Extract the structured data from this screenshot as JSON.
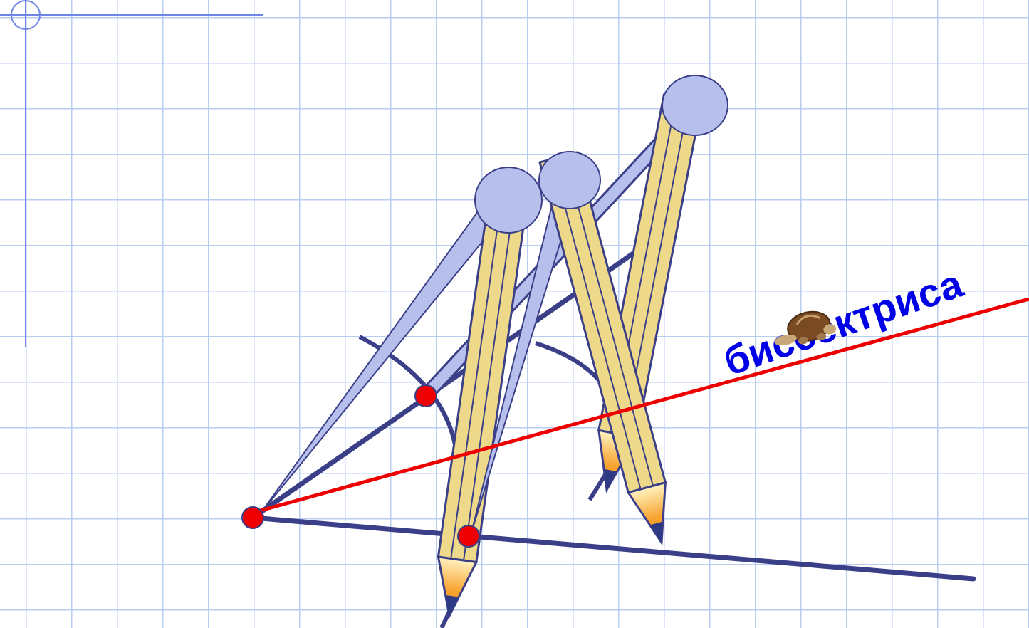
{
  "diagram": {
    "label": "биссектриса",
    "colors": {
      "grid": "#b9cdf0",
      "margin_line": "#6f86e8",
      "angle_sides": "#3b3f88",
      "arcs": "#3b3f88",
      "bisector": "#ee0000",
      "label": "#0000e6",
      "points": "#ee0000",
      "compass_body": "#b7c0ec",
      "compass_outline": "#3b3f88",
      "pencil_wood": "#eed98a",
      "pencil_tip": "#f7a431",
      "pencil_lead": "#2f3a85"
    },
    "elements": [
      "angle",
      "arc",
      "intersection-point",
      "bisector",
      "compass",
      "pencil",
      "turtle-icon"
    ]
  }
}
